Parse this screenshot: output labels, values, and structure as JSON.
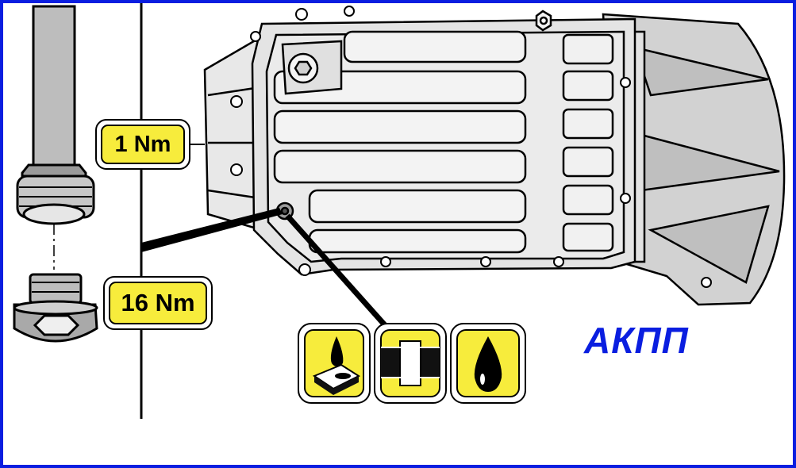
{
  "labels": {
    "torque_small": "1 Nm",
    "torque_large": "16 Nm",
    "caption": "АКПП"
  },
  "icons": [
    {
      "name": "oil-on-pan-icon"
    },
    {
      "name": "sealing-ring-icon"
    },
    {
      "name": "oil-drop-icon"
    }
  ],
  "colors": {
    "frame": "#0a1ee0",
    "label_fill": "#f7ec3c",
    "caption": "#0a1ee0",
    "drawing_fill": "#d9d9d9"
  }
}
